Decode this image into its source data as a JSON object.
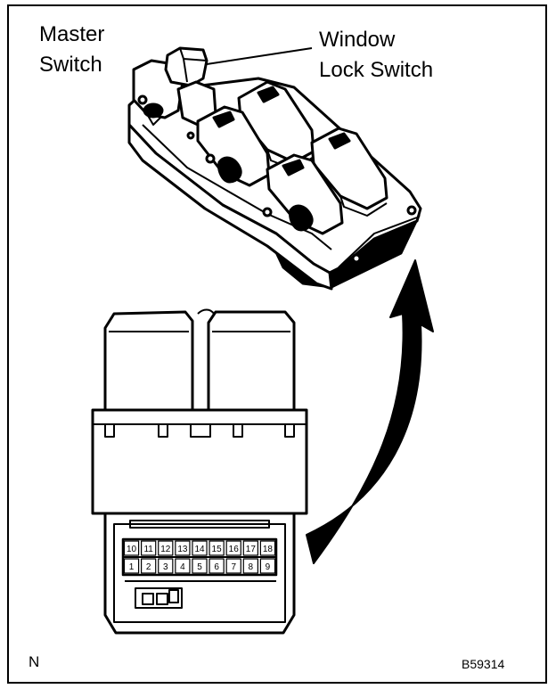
{
  "labels": {
    "master_line1": "Master",
    "master_line2": "Switch",
    "window_line1": "Window",
    "window_line2": "Lock Switch",
    "corner": "N",
    "code": "B59314"
  },
  "connector": {
    "top_row": [
      "10",
      "11",
      "12",
      "13",
      "14",
      "15",
      "16",
      "17",
      "18"
    ],
    "bottom_row": [
      "1",
      "2",
      "3",
      "4",
      "5",
      "6",
      "7",
      "8",
      "9"
    ]
  }
}
